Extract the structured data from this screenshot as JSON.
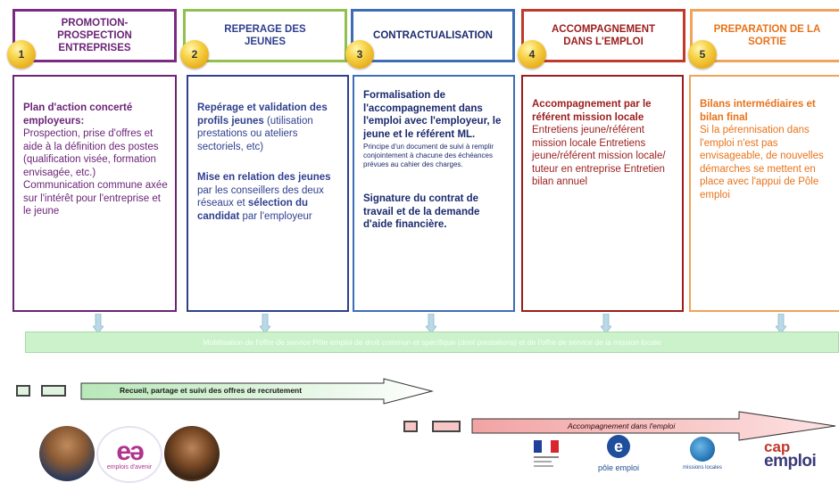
{
  "steps": [
    {
      "num": "1",
      "title_line1": "PROMOTION-",
      "title_line2": "PROSPECTION",
      "title_line3": "ENTREPRISES",
      "color": "#7a2c82",
      "body": {
        "bold": "Plan d'action concerté employeurs:",
        "text": "Prospection, prise d'offres et aide à la définition des postes (qualification visée, formation envisagée, etc.) Communication commune axée sur l'intérêt pour l'entreprise et le jeune"
      }
    },
    {
      "num": "2",
      "title_line1": "REPERAGE DES",
      "title_line2": "JEUNES",
      "color": "#92c04e",
      "body": {
        "bold1": "Repérage et validation des profils jeunes",
        "text1": " (utilisation prestations ou ateliers sectoriels, etc)",
        "bold2": "Mise en relation des jeunes",
        "text2": " par les conseillers des deux réseaux et ",
        "bold3": "sélection du candidat",
        "text3": " par l'employeur"
      }
    },
    {
      "num": "3",
      "title_line1": "CONTRACTUALISATION",
      "color": "#3d6db5",
      "body": {
        "bold1": "Formalisation de l'accompagnement dans l'emploi avec l'employeur, le jeune et le référent ML.",
        "small": "Principe d'un document de suivi à remplir conjointement à chacune des échéances prévues au cahier des charges.",
        "bold2": "Signature du contrat de travail et de la demande d'aide financière."
      }
    },
    {
      "num": "4",
      "title_line1": "ACCOMPAGNEMENT",
      "title_line2": "DANS L'EMPLOI",
      "color": "#c0392b",
      "body": {
        "bold": "Accompagnement par le référent mission locale",
        "text": "Entretiens jeune/référent mission locale Entretiens jeune/référent mission locale/ tuteur en entreprise Entretien bilan annuel"
      }
    },
    {
      "num": "5",
      "title_line1": "PREPARATION DE LA",
      "title_line2": "SORTIE",
      "color": "#f0a35a",
      "body": {
        "bold": "Bilans intermédiaires et bilan final",
        "text": "Si la pérennisation dans l'emploi n'est pas envisageable, de nouvelles démarches se mettent en place avec l'appui de Pôle emploi"
      }
    }
  ],
  "band_text": "Mobilisation de l'offre de service Pôle emploi de droit commun et spécifique (dont prestations) et de l'offre de service de la mission locale",
  "arrow1_label": "Recueil, partage et suivi des offres de recrutement",
  "arrow2_label": "Accompagnement dans l'emploi",
  "logos": {
    "ea_sub": "emplois d'avenir",
    "pole_emploi": "pôle emploi",
    "missions_locales": "missions locales",
    "cap_emploi_1": "cap",
    "cap_emploi_2": "emploi"
  },
  "colors": {
    "purple": "#7a2c82",
    "green": "#92c04e",
    "blue": "#3d6db5",
    "red": "#c0392b",
    "orange": "#f0a35a",
    "band_green": "#ccf2cc",
    "body_purple": "#6b2477",
    "body_blue": "#2f3f8f",
    "body_darkblue": "#1b2a6e",
    "body_red": "#9b1c1c",
    "body_orange": "#e8731a"
  }
}
